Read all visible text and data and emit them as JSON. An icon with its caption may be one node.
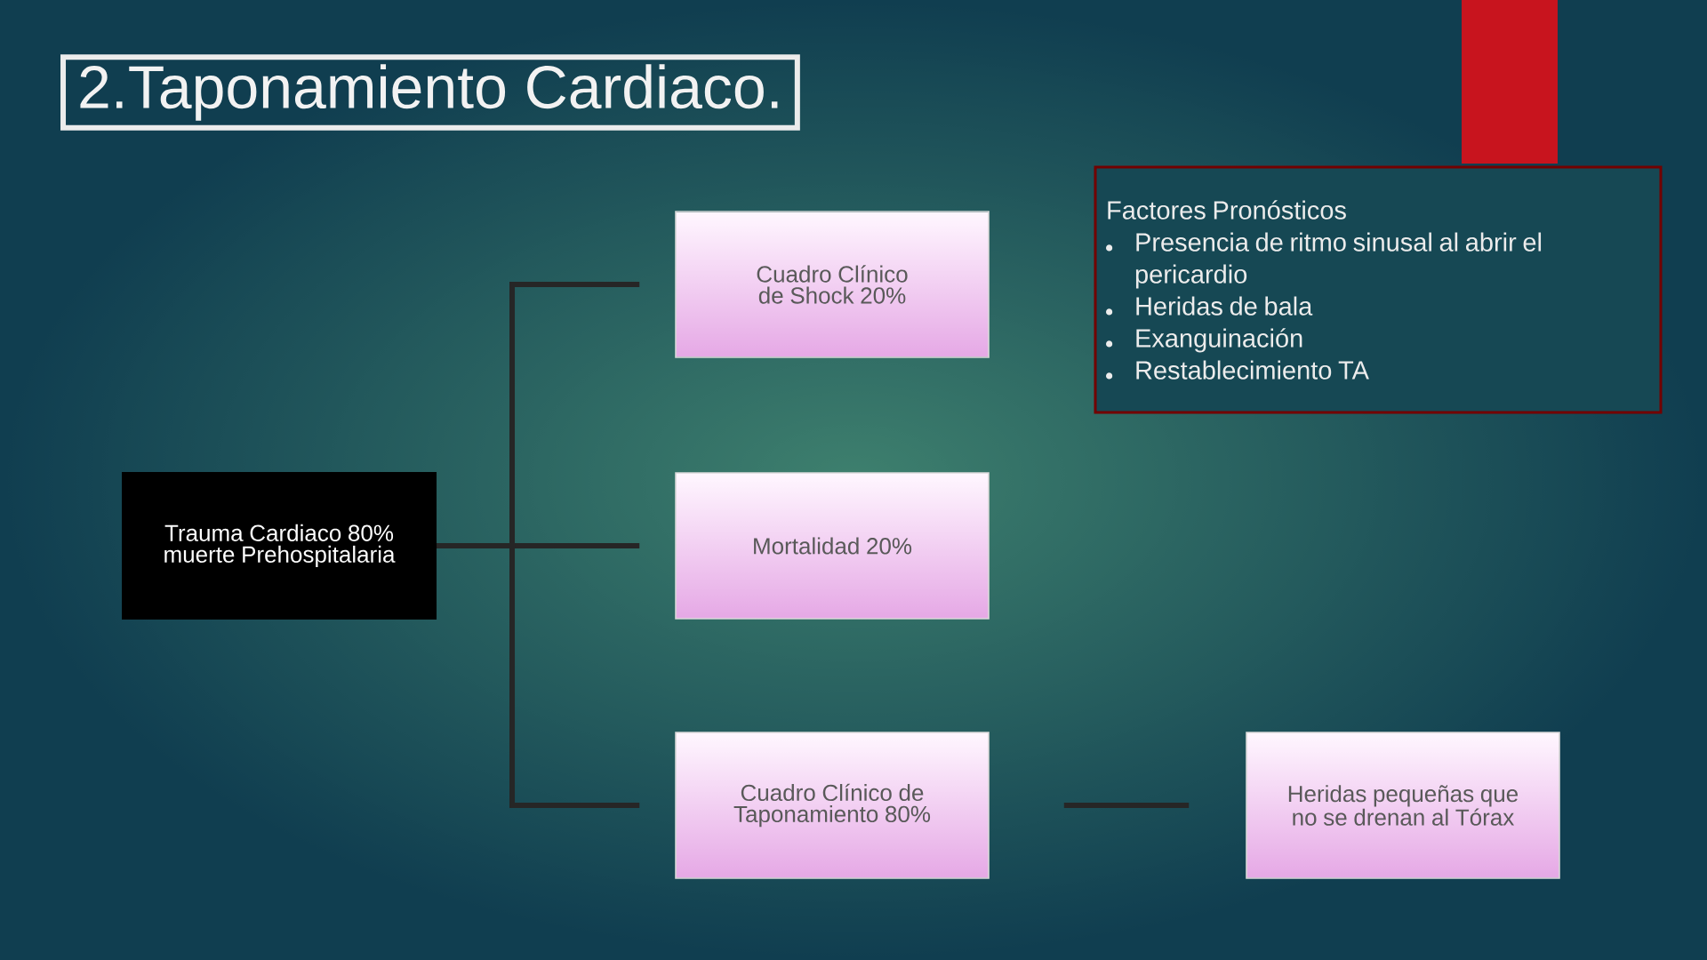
{
  "diagram": {
    "title": "2.Taponamiento Cardiaco.",
    "nodes": [
      {
        "text": [
          "Trauma Cardiaco 80% muerte Prehospitalaria"
        ]
      },
      {
        "text": [
          "Cuadro Clínico de Shock 20%"
        ]
      },
      {
        "text": [
          "Mortalidad 20%"
        ]
      },
      {
        "text": [
          "Cuadro Clínico de Taponamiento 80%"
        ]
      },
      {
        "text": [
          "Heridas pequeñas que no se drenan al Tórax"
        ]
      },
      {
        "text": [
          "Factores Pronósticos",
          "Presencia de ritmo sinusal al abrir el pericardio",
          "Heridas de bala",
          "Exanguinación",
          "Restablecimiento TA"
        ]
      }
    ],
    "edges": [
      {
        "from": 0,
        "to": 1,
        "arrow": "none"
      },
      {
        "from": 0,
        "to": 2,
        "arrow": "none"
      },
      {
        "from": 0,
        "to": 3,
        "arrow": "none"
      },
      {
        "from": 3,
        "to": 4,
        "arrow": "none"
      }
    ]
  }
}
